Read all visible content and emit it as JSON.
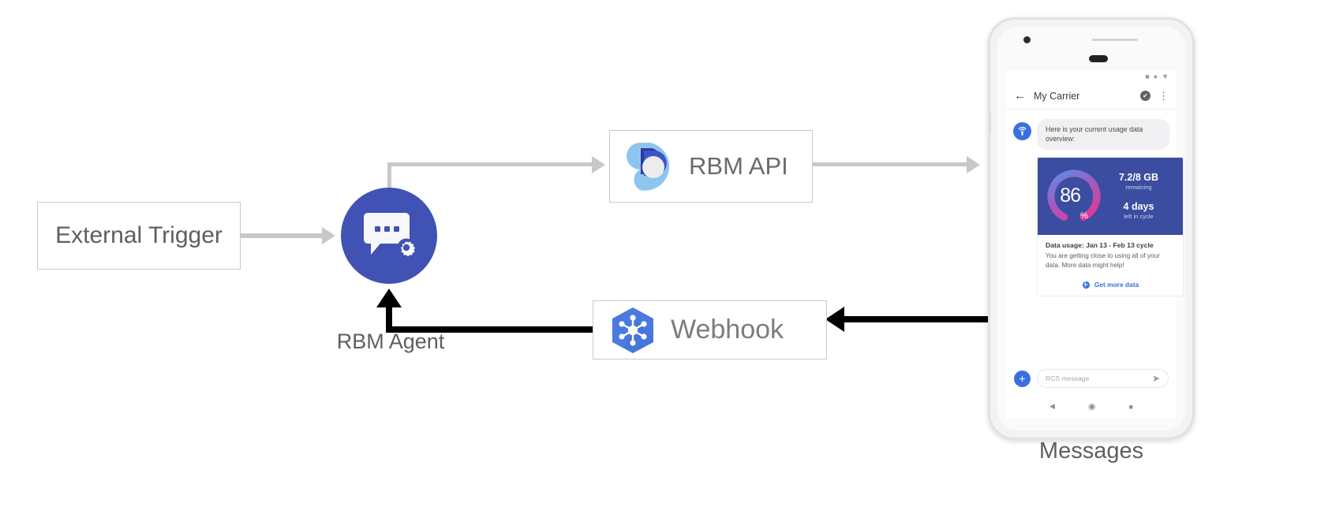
{
  "diagram": {
    "external_trigger": {
      "label": "External Trigger"
    },
    "rbm_agent": {
      "label": "RBM Agent",
      "icon": "chat-gear-icon",
      "color": "#4052b4"
    },
    "rbm_api": {
      "label": "RBM API",
      "icon": "rbm-droplet-logo"
    },
    "webhook": {
      "label": "Webhook",
      "icon": "cloud-functions-hexagon-icon",
      "color": "#4a7ae0"
    },
    "phone_caption": "Messages"
  },
  "phone": {
    "status_icons": [
      "square-icon",
      "circle-icon",
      "triangle-down-icon"
    ],
    "app_bar": {
      "back": "←",
      "title": "My Carrier",
      "verified": "✔",
      "menu": "⋮"
    },
    "conversation": {
      "bot_avatar_icon": "wifi-router-icon",
      "bubble_text": "Here is your current usage data overview:"
    },
    "rich_card": {
      "gauge": {
        "percent_value": "86",
        "percent_symbol": "%",
        "percent_number": 86,
        "gradient_start": "#5c8dea",
        "gradient_mid": "#9b5fc4",
        "gradient_end": "#e0399a",
        "track_color": "#ffffff",
        "panel_color": "#3b4da0"
      },
      "stats": [
        {
          "value": "7.2/8 GB",
          "caption": "remaining"
        },
        {
          "value": "4 days",
          "caption": "left in cycle"
        }
      ],
      "title": "Data usage: Jan 13 - Feb 13 cycle",
      "description": "You are getting close to using all of your data. More data might help!",
      "action": {
        "icon": "globe-icon",
        "label": "Get more data",
        "color": "#3b6fe0"
      }
    },
    "composer": {
      "plus": "+",
      "placeholder": "RCS message",
      "send_icon": "send-arrow-icon"
    },
    "nav_bar": {
      "back": "◀",
      "home": "◉",
      "recents": "■"
    }
  }
}
